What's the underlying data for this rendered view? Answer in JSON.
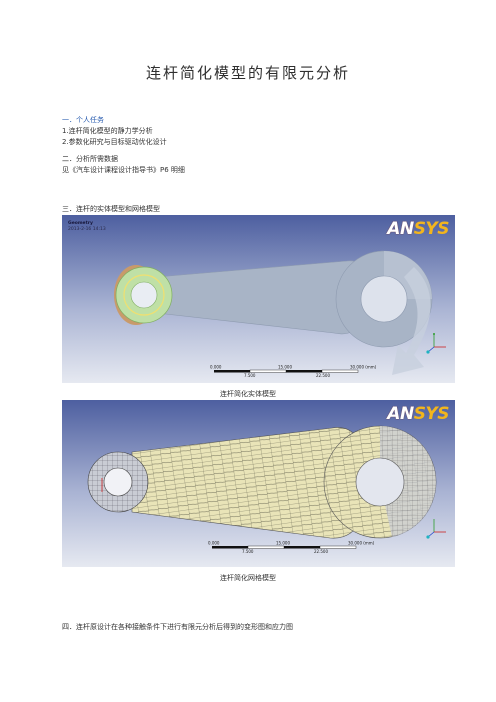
{
  "doc": {
    "title": "连杆简化模型的有限元分析",
    "section1": {
      "heading": "一．个人任务",
      "items": [
        "1.连杆简化模型的静力学分析",
        "2.参数化研究与目标驱动优化设计"
      ]
    },
    "section2": {
      "heading": "二．分析所需数据",
      "text": "见《汽车设计课程设计指导书》P6 明细"
    },
    "section3": {
      "heading": "三．连杆的实体模型和网格模型"
    },
    "figure1": {
      "label_name": "Geometry",
      "label_date": "2013-2-16 14:13",
      "logo_an": "AN",
      "logo_sys": "SYS",
      "scale_top": [
        "0.000",
        "15.000",
        "30.000 (mm)"
      ],
      "scale_bottom": [
        "7.500",
        "22.500"
      ],
      "caption": "连杆简化实体模型"
    },
    "figure2": {
      "logo_an": "AN",
      "logo_sys": "SYS",
      "scale_top": [
        "0.000",
        "15.000",
        "30.000 (mm)"
      ],
      "scale_bottom": [
        "7.500",
        "22.500"
      ],
      "caption": "连杆简化网格模型"
    },
    "section4": {
      "heading": "四．连杆原设计在各种接触条件下进行有限元分析后得到的变形图和应力图"
    },
    "colors": {
      "heading_blue": "#2a5db0",
      "viewport_top": "#4d5fa0",
      "viewport_bottom": "#e6e9f1",
      "solid_body": "#a8b4c6",
      "mesh_body": "#e9e4b8",
      "logo_yellow": "#f2b51d"
    }
  }
}
